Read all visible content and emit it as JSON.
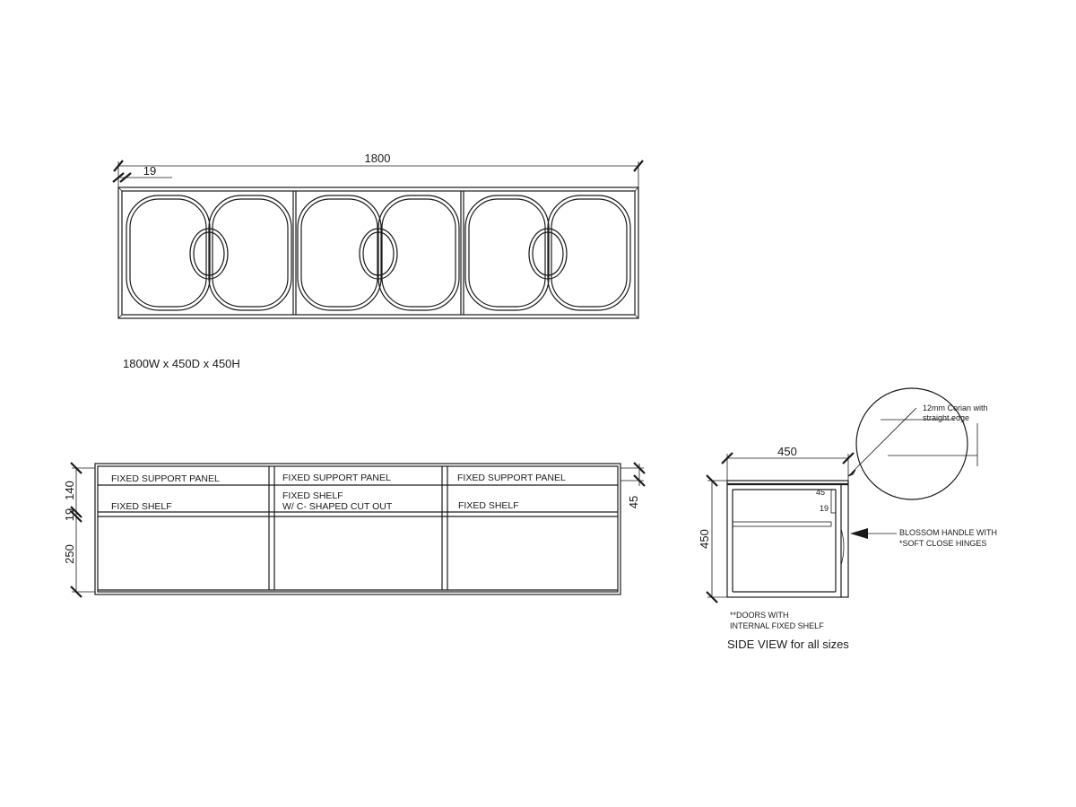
{
  "front": {
    "overall_width": "1800",
    "frame": "19",
    "size_caption": "1800W x 450D x 450H"
  },
  "section": {
    "support_panel": "FIXED SUPPORT PANEL",
    "shelf": "FIXED SHELF",
    "shelf_cutout_line1": "FIXED SHELF",
    "shelf_cutout_line2": "W/ C- SHAPED CUT OUT",
    "dim_140": "140",
    "dim_19": "19",
    "dim_250": "250",
    "dim_45": "45"
  },
  "side": {
    "depth": "450",
    "height": "450",
    "dim_45": "45",
    "dim_19": "19",
    "detail_note_line1": "12mm Corian with",
    "detail_note_line2": "straight edge",
    "handle_note_line1": "BLOSSOM HANDLE WITH",
    "handle_note_line2": "*SOFT CLOSE HINGES",
    "doors_note_line1": "**DOORS WITH",
    "doors_note_line2": "INTERNAL FIXED SHELF",
    "caption": "SIDE VIEW for all sizes"
  }
}
